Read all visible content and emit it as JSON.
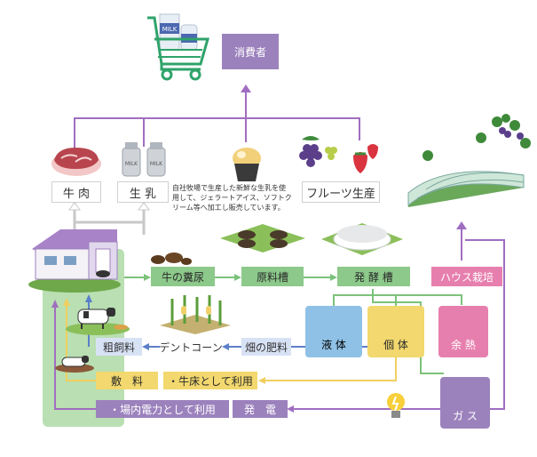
{
  "nodes": {
    "consumer": "消費者",
    "beef": "牛 肉",
    "milk": "生 乳",
    "fruit": "フルーツ生産",
    "dung": "牛の糞尿",
    "raw_tank": "原料槽",
    "ferment_tank": "発 酵 槽",
    "house": "ハウス栽培",
    "liquid": "液 体",
    "solid": "個 体",
    "waste_heat": "余 熱",
    "gas": "ガ ス",
    "roughage": "粗飼料",
    "dent_corn": "デントコーン",
    "field_fertilizer": "畑の肥料",
    "bedding": "敷　料",
    "bedding_use": "・牛床として利用",
    "power_use": "・場内電力として利用",
    "power_gen": "発　電"
  },
  "note_lines": [
    "自社牧場で生産した新鮮な生乳を使",
    "用して、ジェラートアイス、ソフトク",
    "リーム等へ加工し販売しています。"
  ],
  "icon_labels": {
    "milk_carton": "MILK",
    "milk_can": "MILK"
  },
  "colors": {
    "arrow": "#a06ec0",
    "feed_arrow": "#5b7fc8",
    "process_arrow": "#7cc27a",
    "bedding_arrow": "#f0cf60",
    "green_box": "#8cc98a",
    "yellow_box": "#f2d86e",
    "pink_box": "#e77fae",
    "purple_box": "#9c82bd"
  }
}
